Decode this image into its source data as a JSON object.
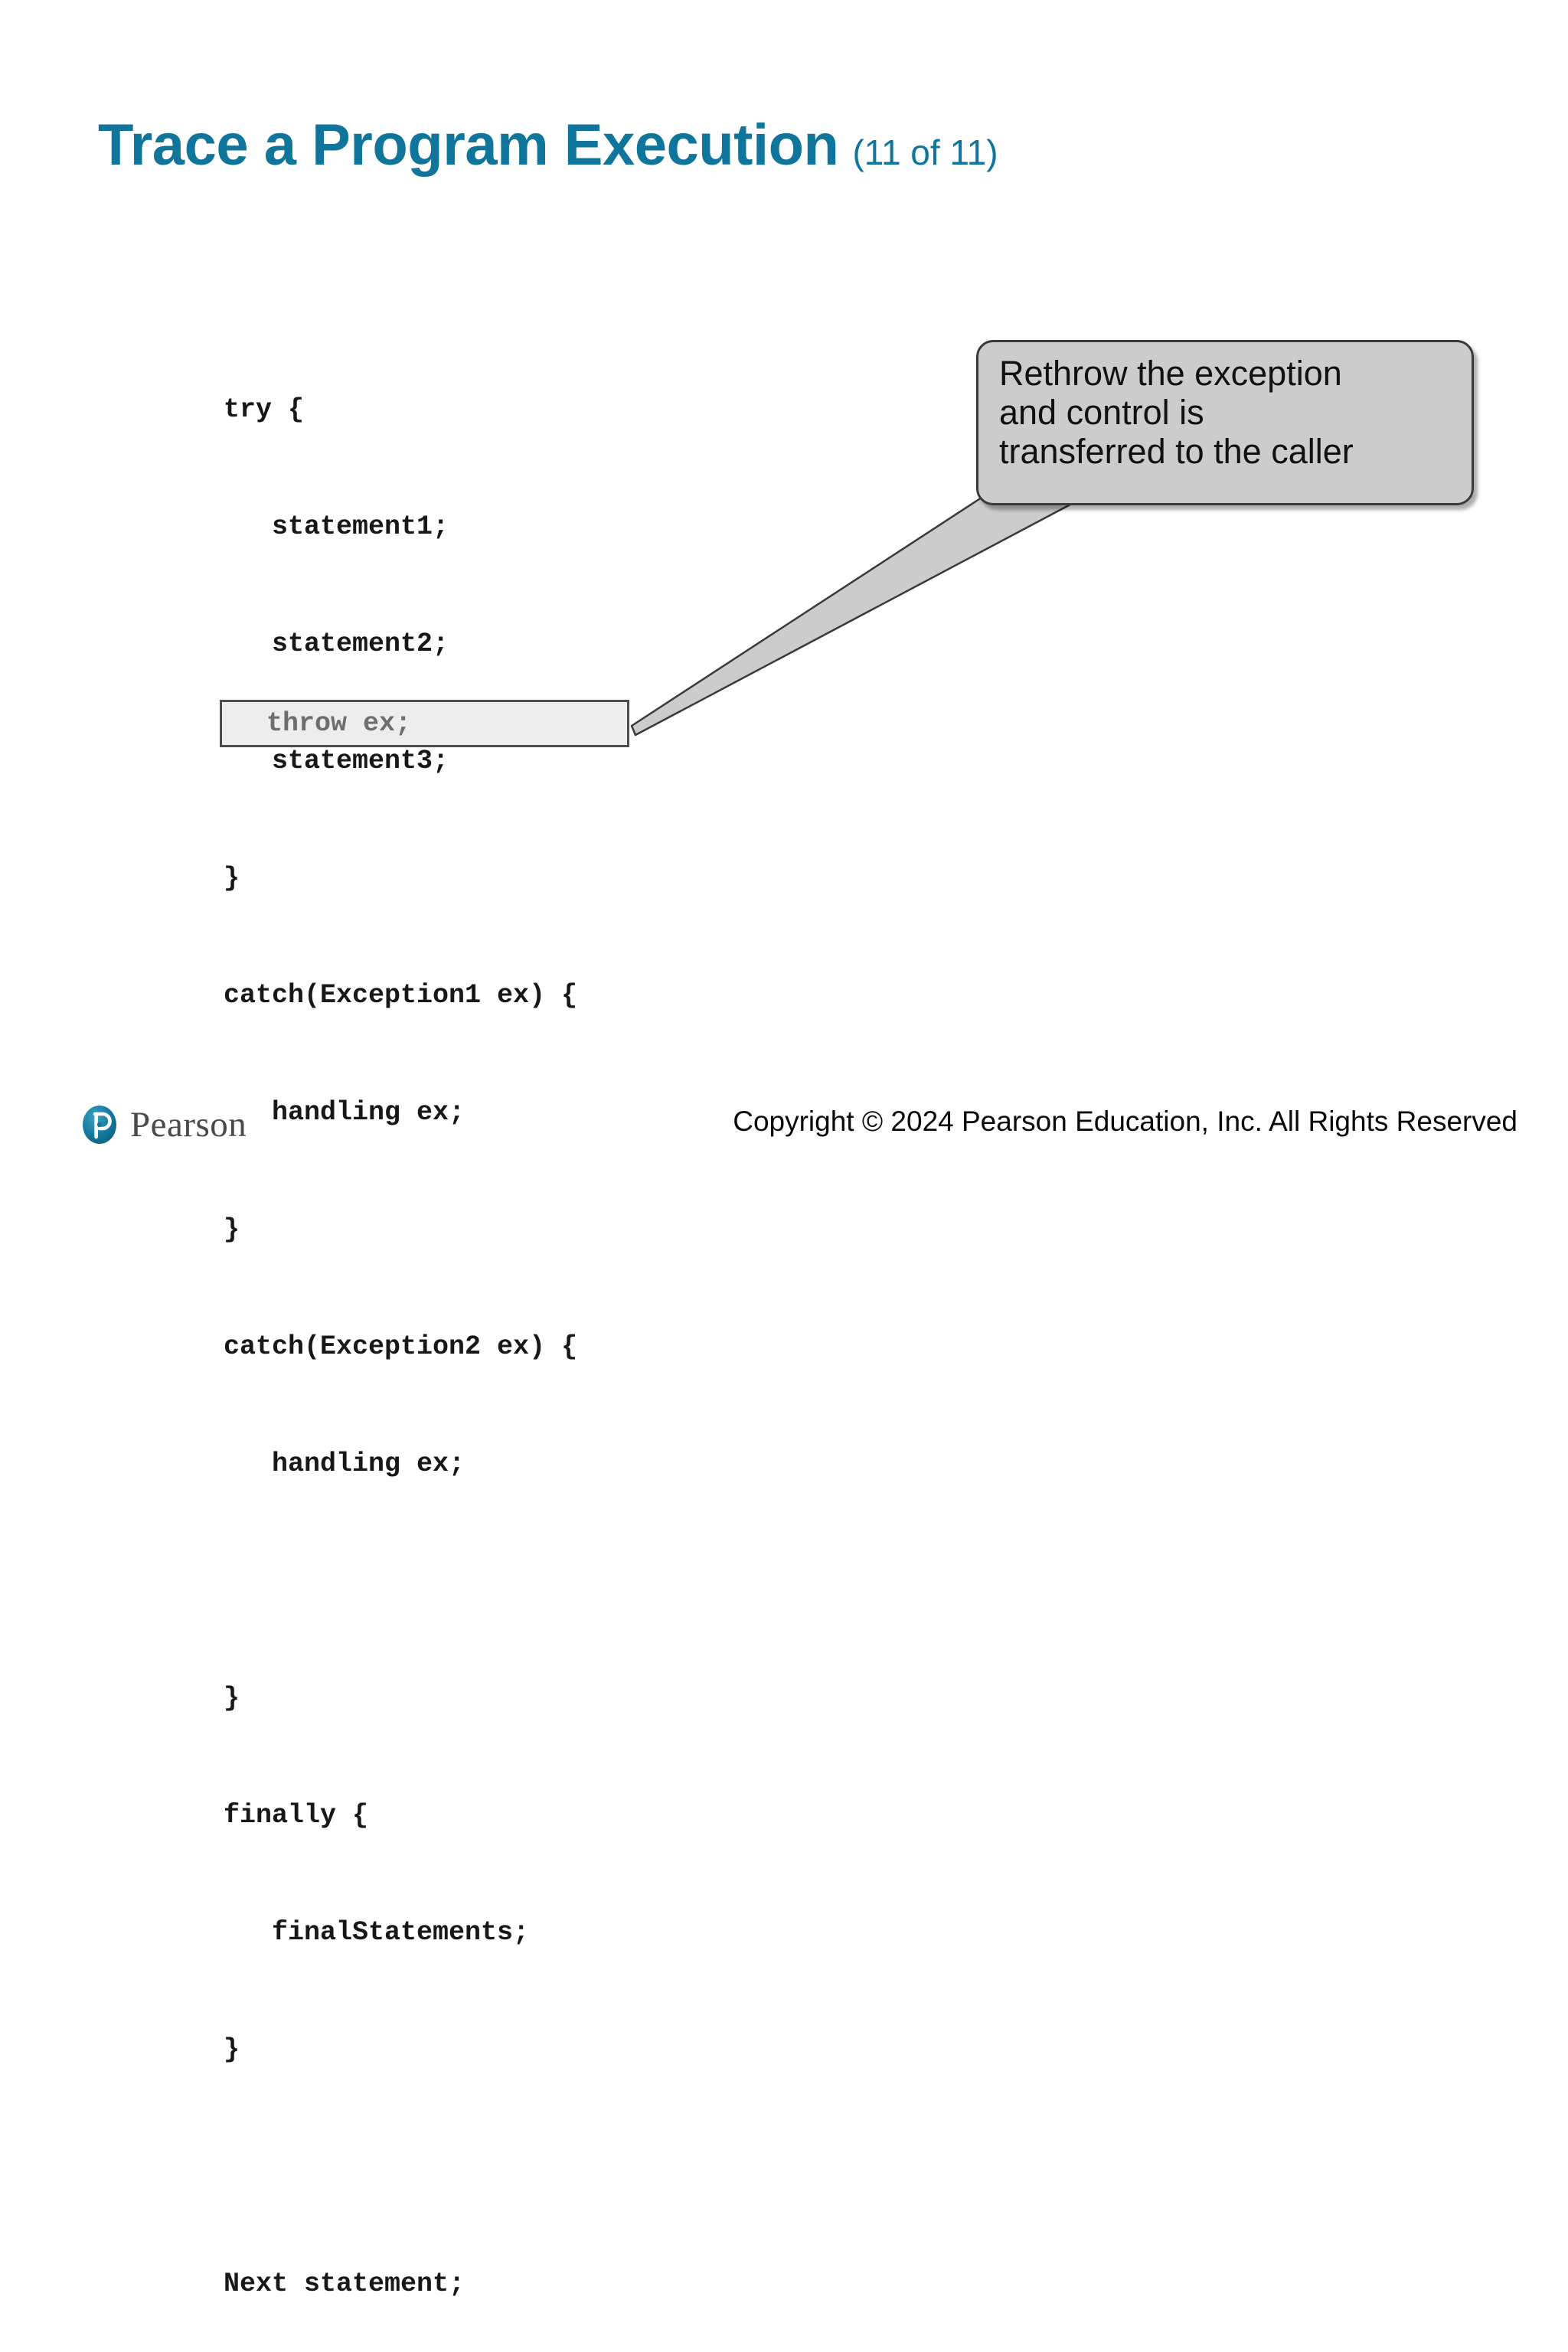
{
  "slide": {
    "title_main": "Trace a Program Execution",
    "title_counter": "(11 of 11)",
    "accent_color": "#10759B",
    "background_color": "#FFFFFF"
  },
  "code": {
    "language": "java",
    "lines": [
      "try {",
      "   statement1;",
      "   statement2;",
      "   statement3;",
      "}",
      "catch(Exception1 ex) {",
      "   handling ex;",
      "}",
      "catch(Exception2 ex) {",
      "   handling ex;",
      "",
      "}",
      "finally {",
      "   finalStatements;",
      "}",
      "",
      "Next statement;"
    ],
    "highlighted_line": "throw ex;",
    "highlight_box_fill": "#EDEDED",
    "highlight_box_border": "#4D4D4D",
    "highlight_text_color": "#6E6E6E"
  },
  "callout": {
    "lines": [
      "Rethrow the exception",
      "and control is",
      "transferred to the caller"
    ],
    "fill_color": "#CCCCCC",
    "border_color": "#3A3A3A"
  },
  "footer": {
    "logo_text": "Pearson",
    "logo_mark_color": "#12799C",
    "copyright": "Copyright © 2024 Pearson Education, Inc. All Rights Reserved"
  }
}
